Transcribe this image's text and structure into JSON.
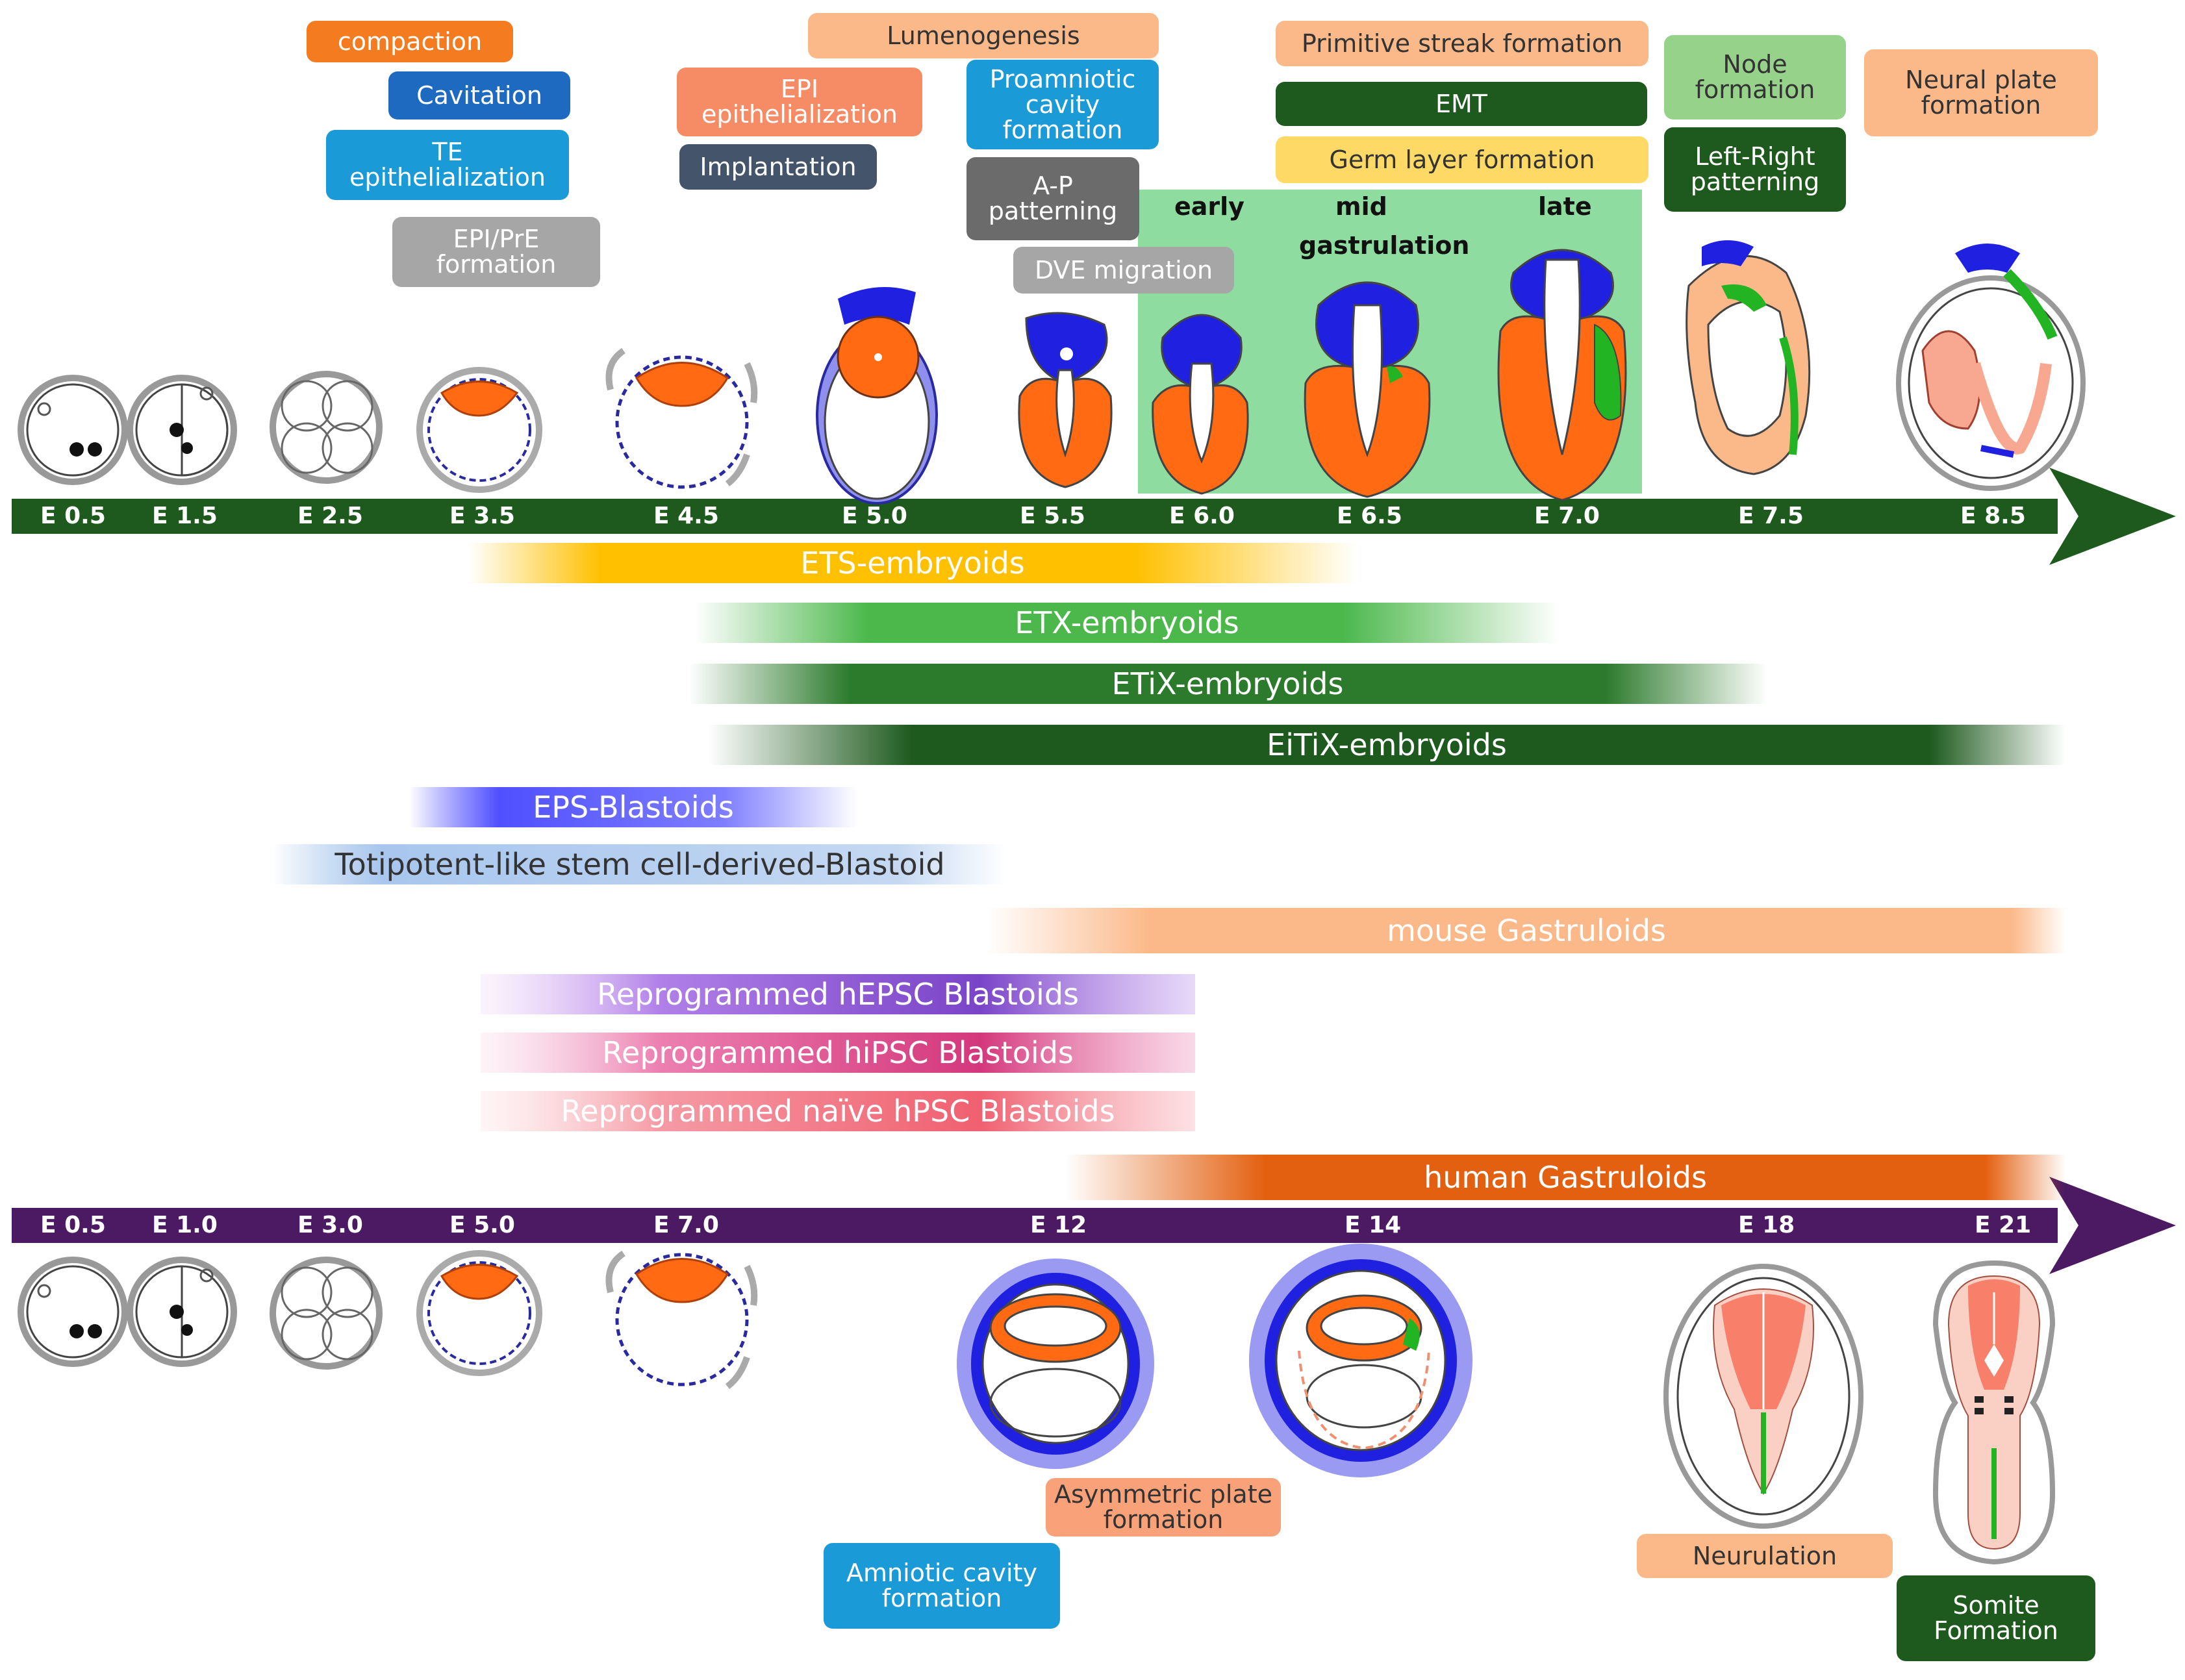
{
  "mouse_stages": [
    "E 0.5",
    "E 1.5",
    "E 2.5",
    "E 3.5",
    "E 4.5",
    "E 5.0",
    "E 5.5",
    "E 6.0",
    "E 6.5",
    "E 7.0",
    "E 7.5",
    "E 8.5"
  ],
  "human_stages": [
    "E 0.5",
    "E 1.0",
    "E 3.0",
    "E 5.0",
    "E 7.0",
    "E 12",
    "E 14",
    "E 18",
    "E 21"
  ],
  "gastrulation": {
    "early": "early",
    "mid": "mid",
    "gastrulation": "gastrulation",
    "late": "late"
  },
  "events": {
    "compaction": "compaction",
    "cavitation": "Cavitation",
    "te_epithelialization": "TE epithelialization",
    "epi_pre_formation": "EPI/PrE formation",
    "lumenogenesis": "Lumenogenesis",
    "epi_epithelialization": "EPI epithelialization",
    "proamniotic": "Proamniotic cavity formation",
    "implantation": "Implantation",
    "ap_patterning": "A-P patterning",
    "dve_migration": "DVE migration",
    "primitive_streak": "Primitive streak formation",
    "emt": "EMT",
    "germ_layer": "Germ layer formation",
    "node_formation": "Node formation",
    "left_right": "Left-Right patterning",
    "neural_plate": "Neural plate formation",
    "asymmetric_plate": "Asymmetric plate formation",
    "amniotic_cavity": "Amniotic cavity formation",
    "neurulation": "Neurulation",
    "somite": "Somite Formation"
  },
  "models": {
    "ets": "ETS-embryoids",
    "etx": "ETX-embryoids",
    "etix": "ETiX-embryoids",
    "eitix": "EiTiX-embryoids",
    "eps": "EPS-Blastoids",
    "totipotent": "Totipotent-like stem cell-derived-Blastoid",
    "mouse_gastruloids": "mouse Gastruloids",
    "hepsc": "Reprogrammed hEPSC Blastoids",
    "hipsc": "Reprogrammed hiPSC Blastoids",
    "naive": "Reprogrammed naïve hPSC Blastoids",
    "human_gastruloids": "human Gastruloids"
  },
  "colors": {
    "mouse_axis": "#1e5a1e",
    "human_axis": "#4b1a63",
    "epiblast": "#ff6a13",
    "extraembryonic": "#2020e0",
    "mesoderm": "#22b422",
    "gastrulation_box": "#8fdca0"
  }
}
